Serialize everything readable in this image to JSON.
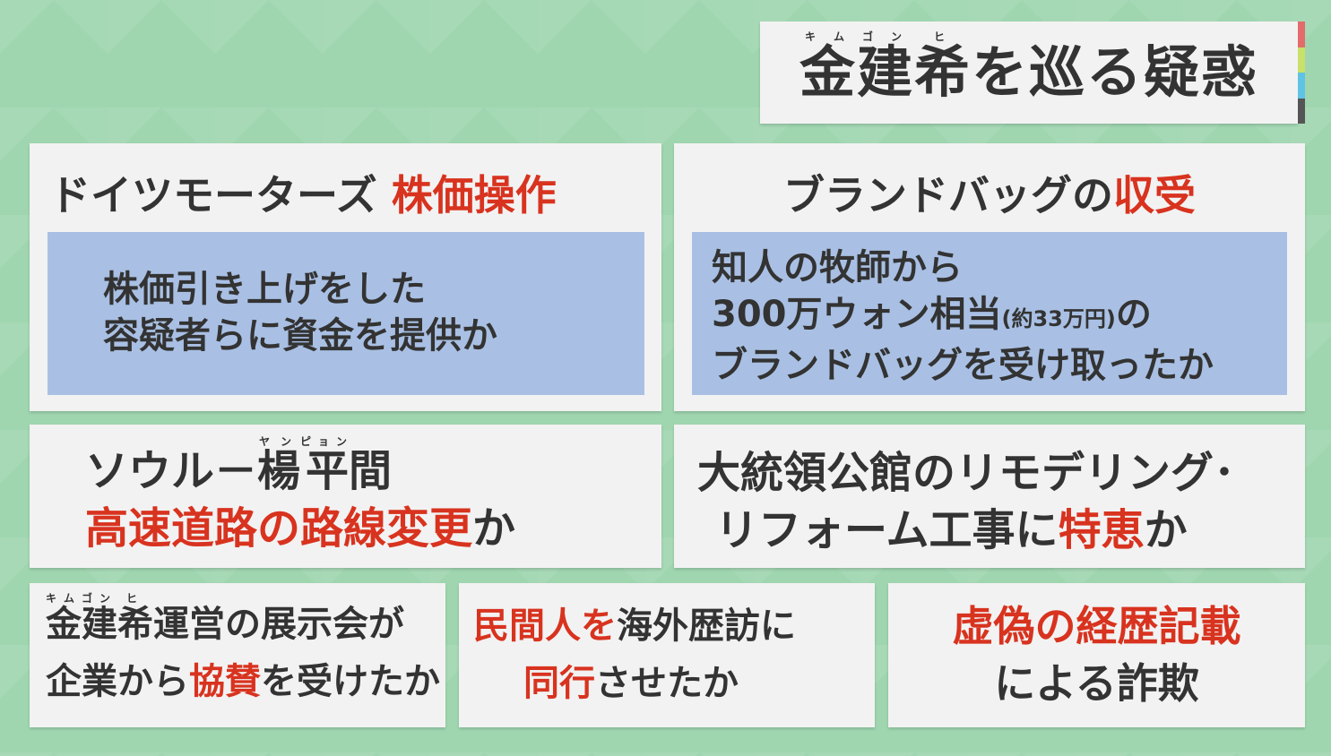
{
  "title": {
    "text": "を巡る疑惑",
    "kanji": [
      "金",
      "建",
      "希"
    ],
    "ruby": [
      "キム",
      "ゴン",
      "ヒ"
    ],
    "bar_colors": [
      "#e36b6b",
      "#c9e06a",
      "#5fc3e6",
      "#555555"
    ]
  },
  "cards": {
    "stock": {
      "heading": "ドイツモーターズ ",
      "heading_red": "株価操作",
      "lines": [
        "株価引き上げをした",
        "容疑者らに資金を提供か"
      ]
    },
    "bag": {
      "heading": "ブランドバッグの",
      "heading_red": "収受",
      "line1": "知人の牧師から",
      "line2a": "300万ウォン相当",
      "line2b": "(約33万円)",
      "line2c": "の",
      "line3": "ブランドバッグを受け取ったか"
    },
    "highway": {
      "line1a": "ソウル－",
      "kanji": [
        "楊",
        "平"
      ],
      "ruby": [
        "ヤン",
        "ピョン"
      ],
      "line1b": "間",
      "line2_red": "高速道路の路線変更",
      "line2": "か"
    },
    "residence": {
      "line1": "大統領公館のリモデリング･",
      "line2a": "リフォーム工事に",
      "line2_red": "特恵",
      "line2b": "か"
    },
    "exhibit": {
      "kanji": [
        "金",
        "建",
        "希"
      ],
      "ruby": [
        "キム",
        "ゴン",
        "ヒ"
      ],
      "line1": "運営の展示会が",
      "line2a": "企業から",
      "line2_red": "協賛",
      "line2b": "を受けたか"
    },
    "trip": {
      "line1_red": "民間人を",
      "line1": "海外歴訪に",
      "line2_red": "同行",
      "line2": "させたか"
    },
    "career": {
      "line1_red": "虚偽の経歴記載",
      "line2": "による詐欺"
    }
  }
}
